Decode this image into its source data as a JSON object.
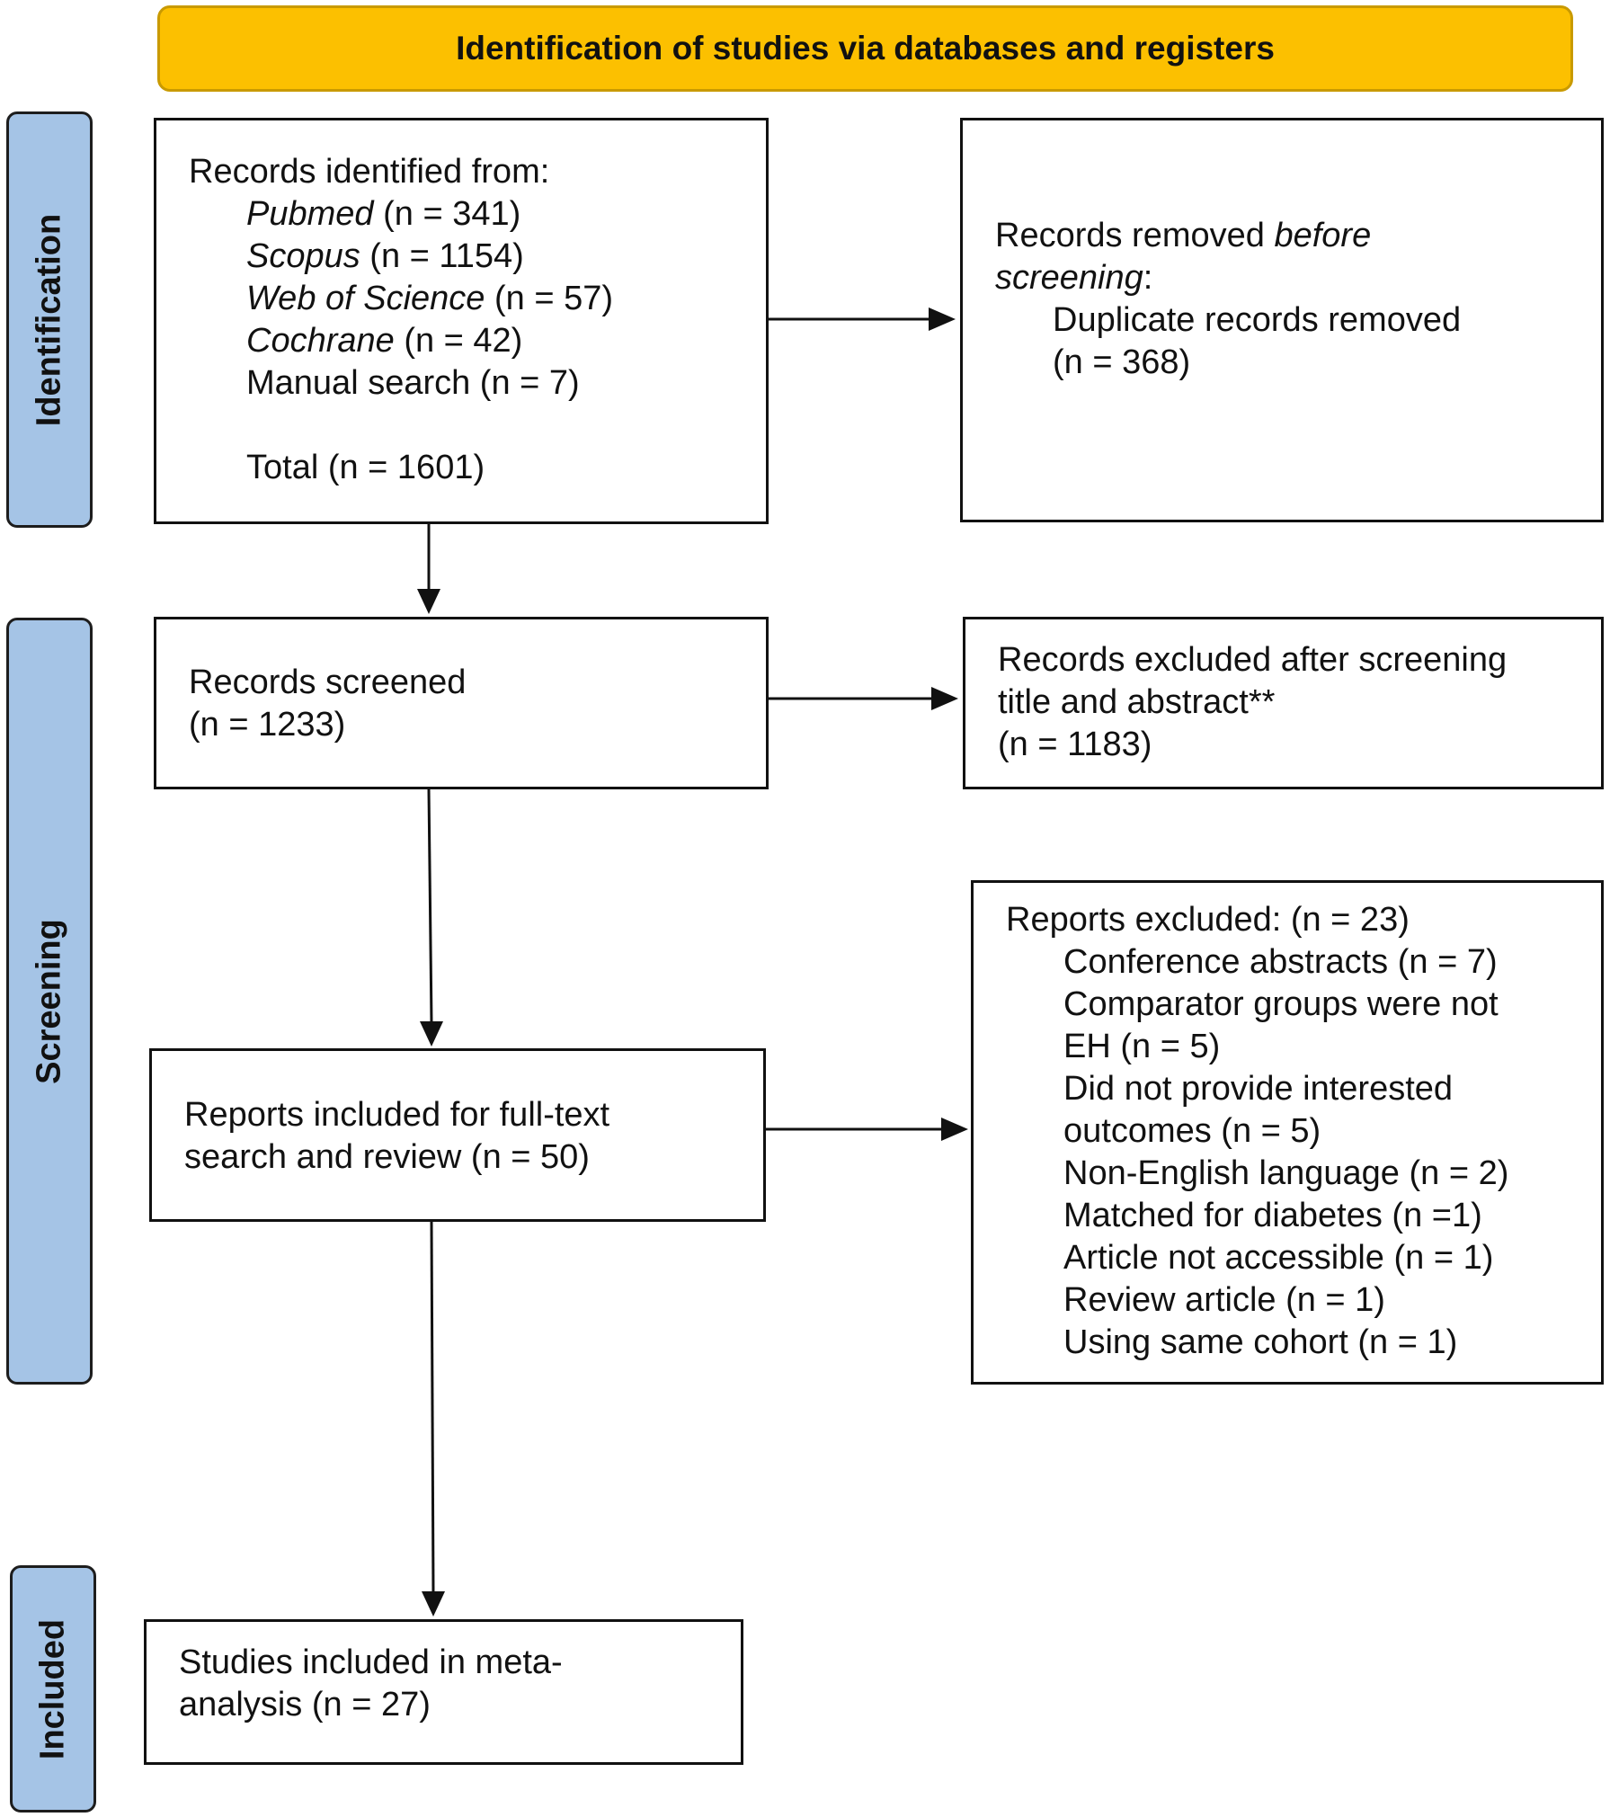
{
  "header": {
    "title": "Identification of studies via databases and registers"
  },
  "phases": {
    "identification": "Identification",
    "screening": "Screening",
    "included": "Included"
  },
  "identified": {
    "heading": "Records identified from:",
    "sources": [
      {
        "name": "Pubmed",
        "count": " (n = 341)"
      },
      {
        "name": "Scopus",
        "count": " (n = 1154)"
      },
      {
        "name": "Web of Science",
        "count": " (n = 57)"
      },
      {
        "name": "Cochrane",
        "count": " (n = 42)"
      }
    ],
    "manual": "Manual search (n = 7)",
    "total": "Total (n = 1601)"
  },
  "removed": {
    "line1_prefix": "Records removed ",
    "line1_italic": "before",
    "line2_italic": "screening",
    "line2_suffix": ":",
    "detail1": "Duplicate records removed",
    "detail2": "(n = 368)"
  },
  "screened": {
    "line1": "Records screened",
    "line2": "(n = 1233)"
  },
  "excluded_screening": {
    "line1": "Records excluded after screening",
    "line2": "title and abstract**",
    "line3": "(n = 1183)"
  },
  "fulltext": {
    "line1": "Reports included for full-text",
    "line2": "search and review (n = 50)"
  },
  "reports_excluded": {
    "heading": "Reports excluded: (n = 23)",
    "reasons": [
      "Conference abstracts (n = 7)",
      "Comparator groups were not",
      "EH (n = 5)",
      "Did not provide interested",
      "outcomes (n = 5)",
      "Non-English language (n = 2)",
      "Matched for diabetes (n =1)",
      "Article not accessible (n = 1)",
      "Review article (n = 1)",
      "Using same cohort (n = 1)"
    ]
  },
  "included_studies": {
    "line1": "Studies included in meta-",
    "line2": "analysis (n = 27)"
  }
}
